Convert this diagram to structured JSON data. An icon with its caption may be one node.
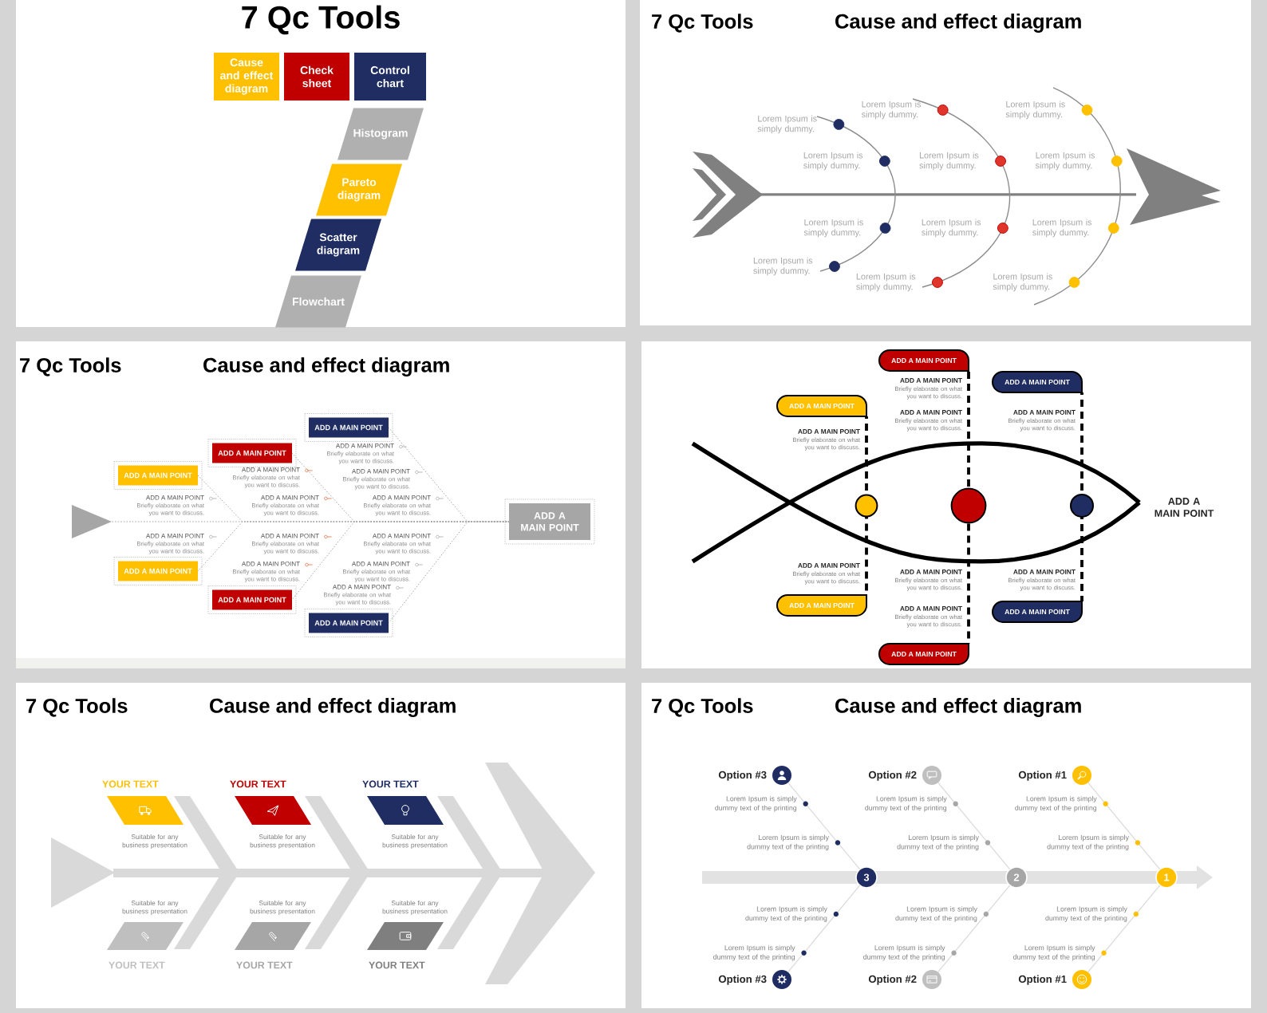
{
  "diagram": {
    "nodes": [
      {
        "text": [
          "7 Qc Tools"
        ]
      },
      {
        "text": [
          "Cause and effect diagram"
        ],
        "in": 0
      },
      {
        "text": [
          "Check sheet"
        ],
        "in": 0
      },
      {
        "text": [
          "Control chart"
        ],
        "in": 0
      },
      {
        "text": [
          "Histogram"
        ],
        "in": 0
      },
      {
        "text": [
          "Pareto diagram"
        ],
        "in": 0
      },
      {
        "text": [
          "Scatter diagram"
        ],
        "in": 0
      },
      {
        "text": [
          "Flowchart"
        ],
        "in": 0
      },
      {
        "text": [
          "7 Qc Tools",
          "Cause and effect diagram"
        ]
      },
      {
        "text": [
          "7 Qc Tools",
          "Cause and effect diagram"
        ]
      },
      {
        "text": [],
        "shape": "triangle",
        "in": 9
      },
      {
        "text": [
          "ADD A MAIN POINT"
        ],
        "in": 9
      },
      {
        "text": [
          "ADD A MAIN POINT"
        ],
        "in": 9
      },
      {
        "text": [
          "ADD A MAIN POINT"
        ],
        "in": 9
      },
      {
        "text": [
          "ADD A MAIN POINT"
        ],
        "in": 9
      },
      {
        "text": [
          "ADD A MAIN POINT"
        ],
        "in": 9
      },
      {
        "text": [
          "ADD A MAIN POINT"
        ],
        "in": 9
      },
      {
        "text": [
          "ADD A MAIN POINT"
        ],
        "in": 9
      },
      {
        "text": [],
        "shape": "box"
      },
      {
        "text": [
          "ADD A MAIN POINT"
        ],
        "in": 18
      },
      {
        "text": [],
        "shape": "circle",
        "in": 18
      },
      {
        "text": [
          "ADD A MAIN POINT"
        ],
        "in": 18
      },
      {
        "text": [
          "ADD A MAIN POINT"
        ],
        "in": 18
      },
      {
        "text": [],
        "shape": "circle",
        "in": 18
      },
      {
        "text": [
          "ADD A MAIN POINT"
        ],
        "in": 18
      },
      {
        "text": [
          "ADD A MAIN POINT"
        ],
        "in": 18
      },
      {
        "text": [],
        "shape": "circle",
        "in": 18
      },
      {
        "text": [
          "ADD A MAIN POINT"
        ],
        "in": 18
      },
      {
        "text": [
          "7 Qc Tools",
          "Cause and effect diagram"
        ]
      },
      {
        "text": [
          "YOUR TEXT"
        ],
        "beside": [
          "Suitable for any business presentation"
        ],
        "in": 28
      },
      {
        "text": [
          "YOUR TEXT"
        ],
        "beside": [
          "Suitable for any business presentation"
        ],
        "in": 28
      },
      {
        "text": [
          "YOUR TEXT"
        ],
        "beside": [
          "Suitable for any business presentation"
        ],
        "in": 28
      },
      {
        "text": [
          "YOUR TEXT"
        ],
        "beside": [
          "Suitable for any business presentation"
        ],
        "in": 28
      },
      {
        "text": [
          "YOUR TEXT"
        ],
        "beside": [
          "Suitable for any business presentation"
        ],
        "in": 28
      },
      {
        "text": [
          "YOUR TEXT"
        ],
        "beside": [
          "Suitable for any business presentation"
        ],
        "in": 28
      },
      {
        "text": [
          "7 Qc Tools",
          "Cause and effect diagram"
        ]
      },
      {
        "text": [],
        "shape": "circle",
        "beside": [
          "Option #3"
        ],
        "in": 35
      },
      {
        "text": [],
        "shape": "circle",
        "beside": [
          "Option #2"
        ],
        "in": 35
      },
      {
        "text": [],
        "shape": "circle",
        "beside": [
          "Option #1"
        ],
        "in": 35
      },
      {
        "text": [
          "3"
        ],
        "in": 35
      },
      {
        "text": [
          "2"
        ],
        "in": 35
      },
      {
        "text": [
          "1"
        ],
        "in": 35
      },
      {
        "text": [],
        "shape": "circle",
        "beside": [
          "Option #3"
        ],
        "in": 35
      },
      {
        "text": [],
        "shape": "circle",
        "beside": [
          "Option #2"
        ],
        "in": 35
      },
      {
        "text": [],
        "shape": "circle",
        "beside": [
          "Option #1"
        ],
        "in": 35
      }
    ],
    "edges": [
      {
        "from": 10,
        "to": 17,
        "arrow": "none",
        "style": "dashed",
        "color": "#a6a6a6"
      },
      {
        "from": 11,
        "to": 17,
        "arrow": "none",
        "style": "dashed",
        "color": "#a6a6a6"
      },
      {
        "from": 12,
        "to": 17,
        "arrow": "none",
        "style": "dashed",
        "color": "#a6a6a6"
      },
      {
        "from": 13,
        "to": 17,
        "arrow": "none",
        "style": "dashed",
        "color": "#a6a6a6"
      },
      {
        "from": 14,
        "to": 17,
        "arrow": "none",
        "style": "dashed",
        "color": "#a6a6a6"
      },
      {
        "from": 15,
        "to": 17,
        "arrow": "none",
        "style": "dashed",
        "color": "#a6a6a6"
      },
      {
        "from": 16,
        "to": 17,
        "arrow": "none",
        "style": "dashed",
        "color": "#a6a6a6"
      },
      {
        "from": 19,
        "to": 20,
        "arrow": "none",
        "style": "dashed",
        "color": "#000000"
      },
      {
        "from": 20,
        "to": 21,
        "arrow": "none",
        "style": "dashed",
        "color": "#000000"
      },
      {
        "from": 22,
        "to": 23,
        "arrow": "none",
        "style": "dashed",
        "color": "#000000"
      },
      {
        "from": 23,
        "to": 24,
        "arrow": "none",
        "style": "dashed",
        "color": "#000000"
      },
      {
        "from": 25,
        "to": 26,
        "arrow": "none",
        "style": "dashed",
        "color": "#000000"
      },
      {
        "from": 26,
        "to": 27,
        "arrow": "none",
        "style": "dashed",
        "color": "#000000"
      },
      {
        "from": 36,
        "to": 39,
        "arrow": "none",
        "color": "#d9d9d9"
      },
      {
        "from": 39,
        "to": 42,
        "arrow": "none",
        "color": "#d9d9d9"
      },
      {
        "from": 37,
        "to": 40,
        "arrow": "none",
        "color": "#d9d9d9"
      },
      {
        "from": 40,
        "to": 43,
        "arrow": "none",
        "color": "#d9d9d9"
      },
      {
        "from": 38,
        "to": 41,
        "arrow": "none",
        "color": "#d9d9d9"
      },
      {
        "from": 41,
        "to": 44,
        "arrow": "none",
        "color": "#d9d9d9"
      }
    ],
    "labels": [
      "Lorem Ipsum is simply dummy.",
      "Lorem Ipsum is simply dummy.",
      "Lorem Ipsum is simply dummy.",
      "Lorem Ipsum is simply dummy.",
      "Lorem Ipsum is simply dummy.",
      "Lorem Ipsum is simply dummy.",
      "Lorem Ipsum is simply dummy.",
      "Lorem Ipsum is simply dummy.",
      "Lorem Ipsum is simply dummy.",
      "Lorem Ipsum is simply dummy.",
      "Lorem Ipsum is simply dummy.",
      "Lorem Ipsum is simply dummy.",
      "ADD A MAIN POINT",
      "Briefly elaborate on what you want to discuss.",
      "ADD A MAIN POINT",
      "Briefly elaborate on what you want to discuss.",
      "ADD A MAIN POINT",
      "Briefly elaborate on what you want to discuss.",
      "ADD A MAIN POINT",
      "Briefly elaborate on what you want to discuss.",
      "ADD A MAIN POINT",
      "Briefly elaborate on what you want to discuss.",
      "ADD A MAIN POINT",
      "Briefly elaborate on what you want to discuss.",
      "ADD A MAIN POINT",
      "Briefly elaborate on what you want to discuss.",
      "ADD A MAIN POINT",
      "Briefly elaborate on what you want to discuss.",
      "ADD A MAIN POINT",
      "Briefly elaborate on what you want to discuss.",
      "ADD A MAIN POINT",
      "Briefly elaborate on what you want to discuss.",
      "ADD A MAIN POINT",
      "Briefly elaborate on what you want to discuss.",
      "ADD A MAIN POINT",
      "Briefly elaborate on what you want to discuss.",
      "ADD A MAIN POINT",
      "Briefly elaborate on what you want to discuss.",
      "ADD A MAIN POINT",
      "Briefly elaborate on what you want to discuss.",
      "ADD A MAIN POINT",
      "Briefly elaborate on what you want to discuss.",
      "ADD A MAIN POINT",
      "Briefly elaborate on what you want to discuss.",
      "ADD A MAIN POINT",
      "Briefly elaborate on what you want to discuss.",
      "ADD A MAIN POINT",
      "Briefly elaborate on what you want to discuss.",
      "ADD A MAIN POINT",
      "Briefly elaborate on what you want to discuss.",
      "ADD A MAIN POINT",
      "Briefly elaborate on what you want to discuss.",
      "ADD A MAIN POINT",
      "Lorem Ipsum is simply dummy text of the printing",
      "Lorem Ipsum is simply dummy text of the printing",
      "Lorem Ipsum is simply dummy text of the printing",
      "Lorem Ipsum is simply dummy text of the printing",
      "Lorem Ipsum is simply dummy text of the printing",
      "Lorem Ipsum is simply dummy text of the printing",
      "Lorem Ipsum is simply dummy text of the printing",
      "Lorem Ipsum is simply dummy text of the printing",
      "Lorem Ipsum is simply dummy text of the printing",
      "Lorem Ipsum is simply dummy text of the printing",
      "Lorem Ipsum is simply dummy text of the printing",
      "Lorem Ipsum is simply dummy text of the printing"
    ]
  }
}
